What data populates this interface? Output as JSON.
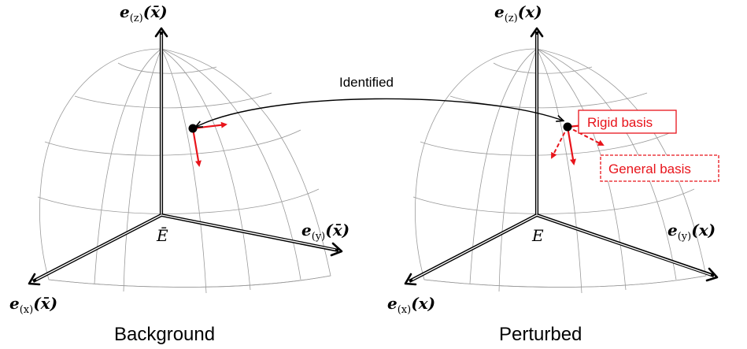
{
  "left_panel": {
    "caption": "Background",
    "origin_label": "Ē",
    "axis_z_label": {
      "base": "e",
      "sub": "(z)",
      "arg": "(x̄)"
    },
    "axis_y_label": {
      "base": "e",
      "sub": "(y)",
      "arg": "(x̄)"
    },
    "axis_x_label": {
      "base": "e",
      "sub": "(x)",
      "arg": "(x̄)"
    }
  },
  "right_panel": {
    "caption": "Perturbed",
    "origin_label": "E",
    "axis_z_label": {
      "base": "e",
      "sub": "(z)",
      "arg": "(x)"
    },
    "axis_y_label": {
      "base": "e",
      "sub": "(y)",
      "arg": "(x)"
    },
    "axis_x_label": {
      "base": "e",
      "sub": "(x)",
      "arg": "(x)"
    }
  },
  "link_label": "Identified",
  "rigid_basis_label": "Rigid basis",
  "general_basis_label": "General basis",
  "colors": {
    "accent_red": "#e8141b",
    "grid": "#9a9a9a",
    "ink": "#000000"
  }
}
